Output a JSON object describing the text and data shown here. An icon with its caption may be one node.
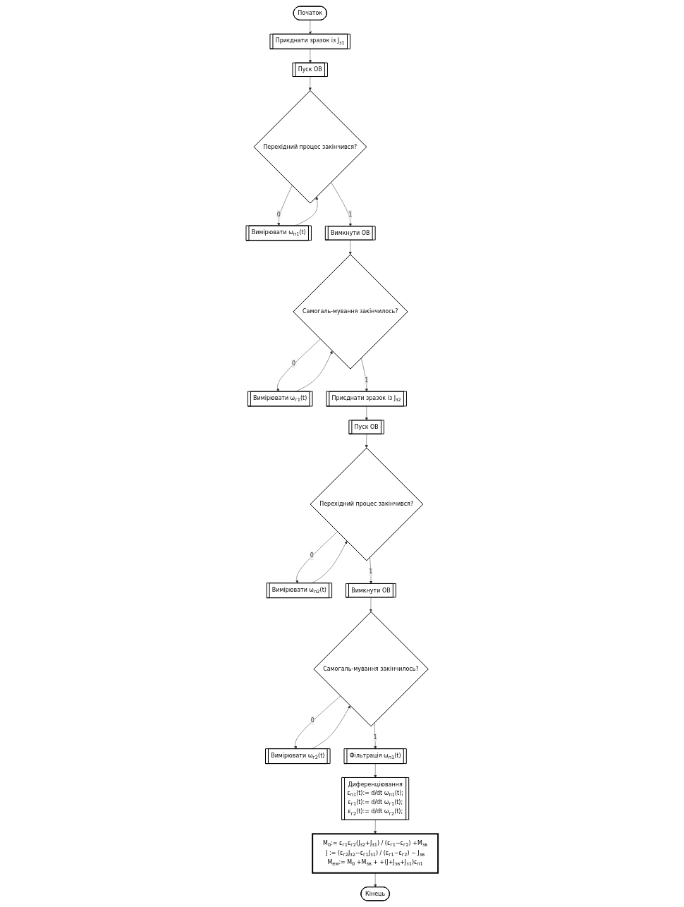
{
  "diagram": {
    "nodes": [
      {
        "text": [
          "Початок"
        ]
      },
      {
        "text": [
          "Приєднати зразок із J$_{з1}$"
        ]
      },
      {
        "text": [
          "Пуск ОВ"
        ]
      },
      {
        "text": [
          "Перехідний процес закінчився?"
        ]
      },
      {
        "text": [
          "Вимірювати ω$_{п1}$(t)"
        ]
      },
      {
        "text": [
          "Вимкнути ОВ"
        ]
      },
      {
        "text": [
          "Самогаль-мування закінчилось?"
        ]
      },
      {
        "text": [
          "Вимірювати ω$_{г1}$(t)"
        ]
      },
      {
        "text": [
          "M$_{0}$:= ε$_{г1}$ε$_{г2}$(J$_{з2}$+J$_{з1}$) / (ε$_{г1}$−ε$_{г2}$) +M$_{зв}$",
          "J := (ε$_{г2}$J$_{з2}$−ε$_{г1}$J$_{з1}$) / (ε$_{г1}$−ε$_{г2}$) − J$_{зв}$",
          "M$_{ем}$:= M$_{0}$ +M$_{зв}$ + +(J+J$_{зв}$+J$_{з1}$)ε$_{п1}$"
        ]
      },
      {
        "text": [
          "Кінець"
        ]
      },
      {
        "text": [
          "Приєднати зразок із J$_{з2}$"
        ]
      },
      {
        "text": [
          "Пуск ОВ"
        ]
      },
      {
        "text": [
          "Перехідний процес закінчився?"
        ]
      },
      {
        "text": [
          "Вимірювати ω$_{п2}$(t)"
        ]
      },
      {
        "text": [
          "Вимкнути ОВ"
        ]
      },
      {
        "text": [
          "Самогаль-мування закінчилось?"
        ]
      },
      {
        "text": [
          "Вимірювати ω$_{г2}$(t)"
        ]
      },
      {
        "text": [
          "Фільтрація ω$_{п1}$(t)"
        ]
      },
      {
        "text": [
          "Диференціювання",
          "ε$_{п1}$(t):= d/dt ω$_{п1}$(t);",
          "ε$_{г1}$(t):= d/dt ω$_{г1}$(t);",
          "ε$_{г2}$(t):= d/dt ω$_{г2}$(t);"
        ]
      }
    ],
    "edges": [
      {
        "from": 0,
        "to": 1,
        "arrow": "to"
      },
      {
        "from": 1,
        "to": 2,
        "arrow": "to"
      },
      {
        "from": 2,
        "to": 3,
        "arrow": "to"
      },
      {
        "from": 3,
        "to": 4,
        "arrow": "to",
        "label": "0"
      },
      {
        "from": 4,
        "to": 3,
        "arrow": "to"
      },
      {
        "from": 3,
        "to": 5,
        "arrow": "to",
        "label": "1"
      },
      {
        "from": 5,
        "to": 6,
        "arrow": "to"
      },
      {
        "from": 6,
        "to": 7,
        "arrow": "to",
        "label": "0"
      },
      {
        "from": 7,
        "to": 6,
        "arrow": "to"
      },
      {
        "from": 6,
        "to": 10,
        "arrow": "to",
        "label": "1"
      },
      {
        "from": 10,
        "to": 11,
        "arrow": "to"
      },
      {
        "from": 11,
        "to": 12,
        "arrow": "to"
      },
      {
        "from": 12,
        "to": 13,
        "arrow": "to",
        "label": "0"
      },
      {
        "from": 13,
        "to": 12,
        "arrow": "to"
      },
      {
        "from": 12,
        "to": 14,
        "arrow": "to",
        "label": "1"
      },
      {
        "from": 14,
        "to": 15,
        "arrow": "to"
      },
      {
        "from": 15,
        "to": 16,
        "arrow": "to",
        "label": "0"
      },
      {
        "from": 16,
        "to": 15,
        "arrow": "to"
      },
      {
        "from": 15,
        "to": 17,
        "arrow": "to",
        "label": "1"
      },
      {
        "from": 17,
        "to": 18,
        "arrow": "to"
      },
      {
        "from": 18,
        "to": 8,
        "arrow": "to"
      },
      {
        "from": 8,
        "to": 9,
        "arrow": "to"
      }
    ]
  }
}
